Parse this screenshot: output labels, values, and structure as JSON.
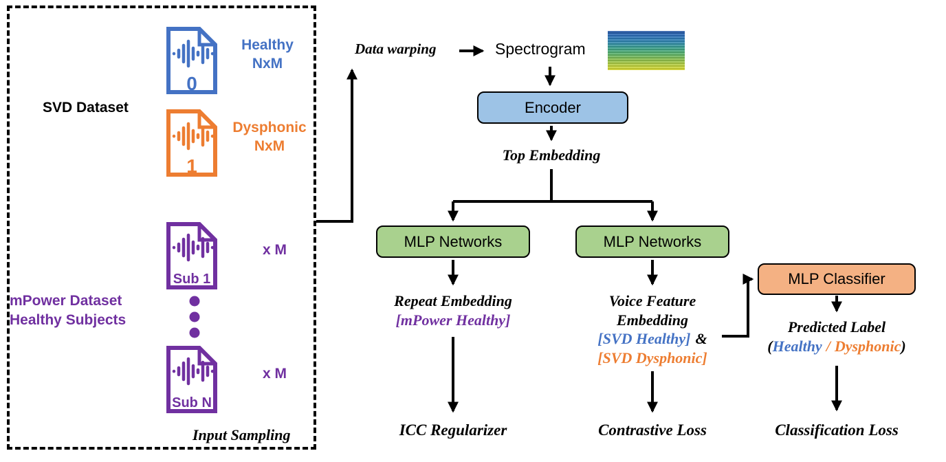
{
  "panel": {
    "svd_dataset_label": "SVD Dataset",
    "mpower_label_line1": "mPower Dataset",
    "mpower_label_line2": "Healthy Subjects",
    "input_sampling_label": "Input Sampling",
    "healthy_file": {
      "doc_text": "0",
      "caption_line1": "Healthy",
      "caption_line2": "NxM"
    },
    "dysphonic_file": {
      "doc_text": "1",
      "caption_line1": "Dysphonic",
      "caption_line2": "NxM"
    },
    "sub1_file": {
      "doc_text": "Sub 1",
      "caption": "x M"
    },
    "subn_file": {
      "doc_text": "Sub N",
      "caption": "x M"
    }
  },
  "flow": {
    "data_warping": "Data warping",
    "spectrogram_label": "Spectrogram",
    "encoder": "Encoder",
    "top_embedding": "Top Embedding",
    "mlp_networks_left": "MLP Networks",
    "mlp_networks_right": "MLP Networks",
    "repeat_embedding": "Repeat Embedding",
    "repeat_embedding_tag": "[mPower Healthy]",
    "icc_regularizer": "ICC Regularizer",
    "voice_feature_line1": "Voice Feature",
    "voice_feature_line2": "Embedding",
    "svd_healthy_tag": "[SVD Healthy]",
    "ampersand": "&",
    "svd_dysphonic_tag": "[SVD Dysphonic]",
    "contrastive_loss": "Contrastive Loss",
    "mlp_classifier": "MLP Classifier",
    "predicted_label": "Predicted Label",
    "paren_open": "(",
    "predicted_healthy": "Healthy",
    "predicted_separator": "/",
    "predicted_dysphonic": "Dysphonic",
    "paren_close": ")",
    "classification_loss": "Classification Loss"
  },
  "colors": {
    "healthy_blue": "#4472C4",
    "dysphonic_orange": "#ED7D31",
    "mpower_purple": "#7030A0",
    "encoder_fill": "#9DC3E6",
    "mlp_fill": "#A9D18E",
    "classifier_fill": "#F4B183"
  }
}
